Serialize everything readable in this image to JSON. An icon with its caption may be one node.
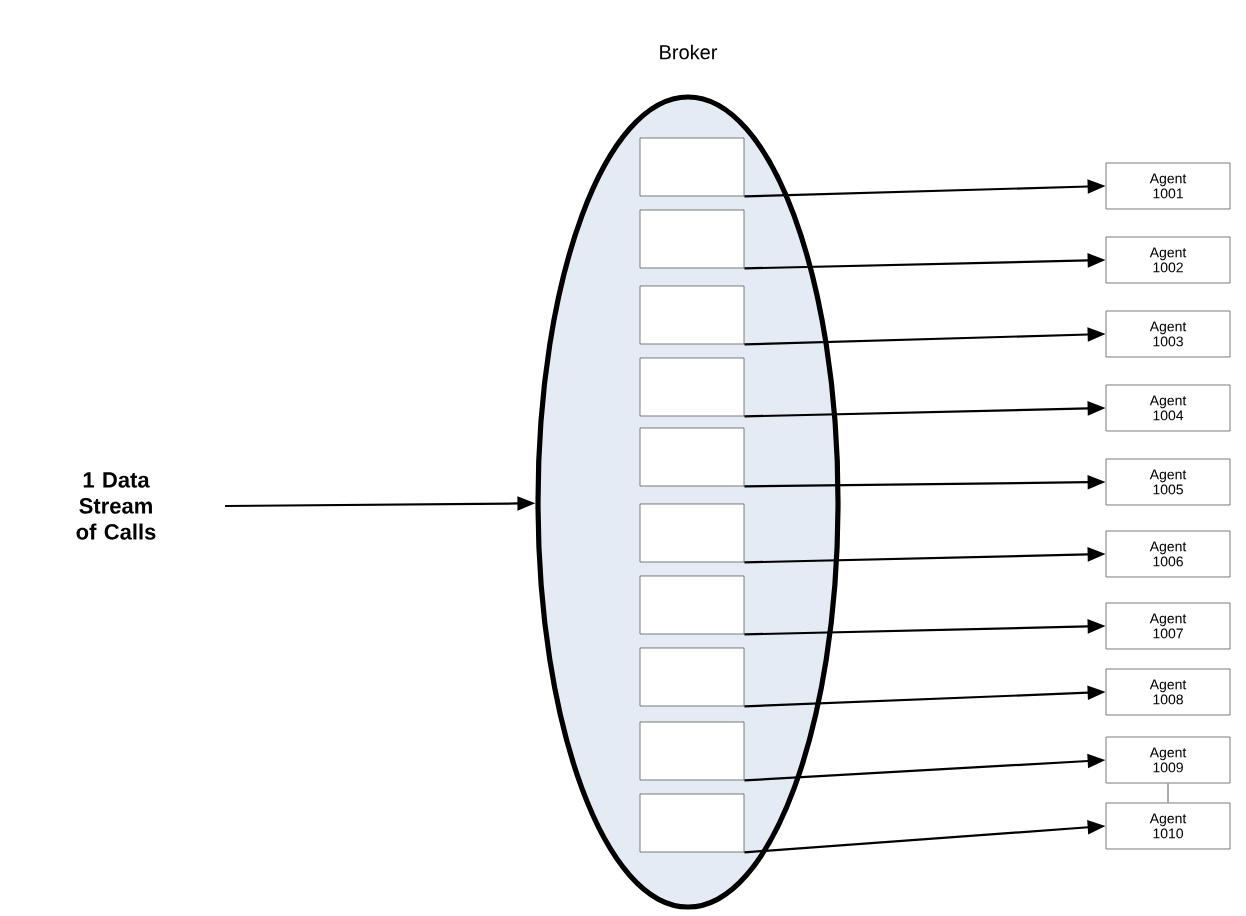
{
  "diagram": {
    "nodes": [
      {
        "text": [
          "1 Data Stream of Calls"
        ]
      },
      {
        "text": [
          "Broker"
        ]
      },
      {
        "text": [],
        "shape": "box",
        "in": 1
      },
      {
        "text": [],
        "shape": "box",
        "in": 1
      },
      {
        "text": [],
        "shape": "box",
        "in": 1
      },
      {
        "text": [],
        "shape": "box",
        "in": 1
      },
      {
        "text": [],
        "shape": "box",
        "in": 1
      },
      {
        "text": [],
        "shape": "box",
        "in": 1
      },
      {
        "text": [],
        "shape": "box",
        "in": 1
      },
      {
        "text": [],
        "shape": "box",
        "in": 1
      },
      {
        "text": [],
        "shape": "box",
        "in": 1
      },
      {
        "text": [],
        "shape": "box",
        "in": 1
      },
      {
        "text": [
          "Agent 1001"
        ]
      },
      {
        "text": [
          "Agent 1002"
        ]
      },
      {
        "text": [
          "Agent 1003"
        ]
      },
      {
        "text": [
          "Agent 1004"
        ]
      },
      {
        "text": [
          "Agent 1005"
        ]
      },
      {
        "text": [
          "Agent 1006"
        ]
      },
      {
        "text": [
          "Agent 1007"
        ]
      },
      {
        "text": [
          "Agent 1008"
        ]
      },
      {
        "text": [
          "Agent 1009"
        ]
      },
      {
        "text": [
          "Agent 1010"
        ]
      }
    ],
    "edges": [
      {
        "from": 0,
        "to": 1,
        "arrow": "to"
      },
      {
        "from": 2,
        "to": 12,
        "arrow": "to"
      },
      {
        "from": 3,
        "to": 13,
        "arrow": "to"
      },
      {
        "from": 4,
        "to": 14,
        "arrow": "to"
      },
      {
        "from": 5,
        "to": 15,
        "arrow": "to"
      },
      {
        "from": 6,
        "to": 16,
        "arrow": "to"
      },
      {
        "from": 7,
        "to": 17,
        "arrow": "to"
      },
      {
        "from": 8,
        "to": 18,
        "arrow": "to"
      },
      {
        "from": 9,
        "to": 19,
        "arrow": "to"
      },
      {
        "from": 10,
        "to": 20,
        "arrow": "to"
      },
      {
        "from": 11,
        "to": 21,
        "arrow": "to"
      },
      {
        "from": 20,
        "to": 21,
        "arrow": "none"
      }
    ]
  }
}
